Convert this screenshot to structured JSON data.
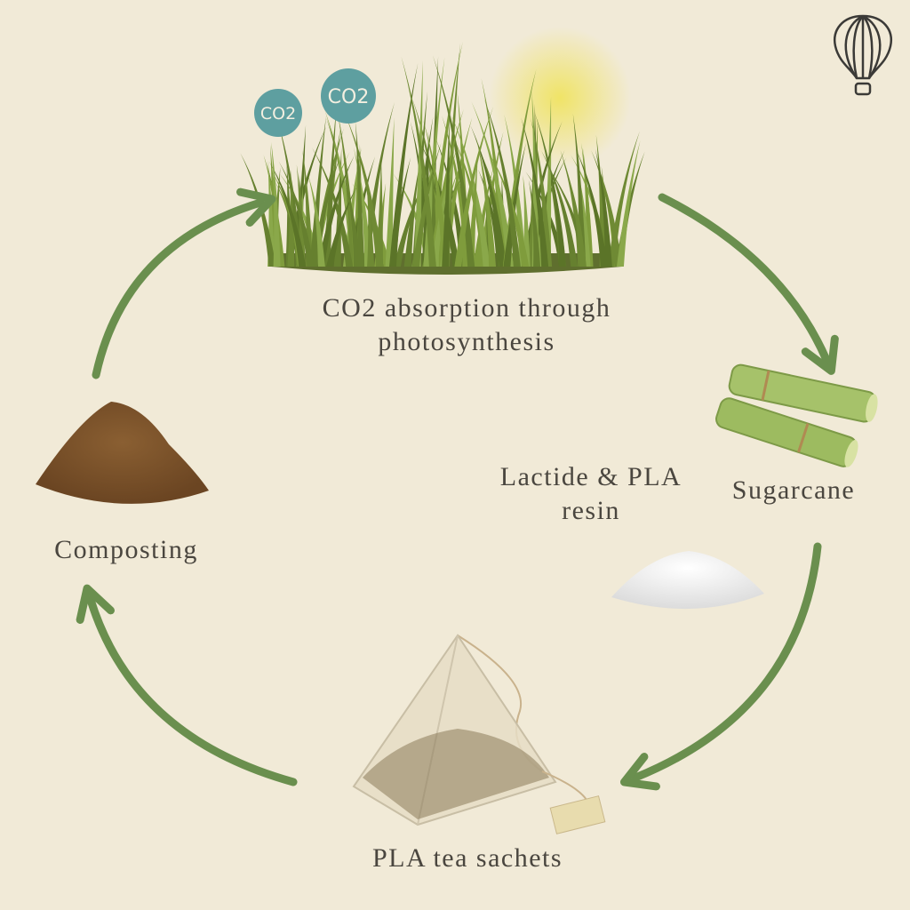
{
  "title": "PLA lifecycle",
  "stages": {
    "photosynthesis": {
      "line1": "CO2 absorption through",
      "line2": "photosynthesis"
    },
    "sugarcane": "Sugarcane",
    "resin": {
      "line1": "Lactide & PLA",
      "line2": "resin"
    },
    "sachets": "PLA tea sachets",
    "composting": "Composting"
  },
  "co2_badges": [
    "CO2",
    "CO2"
  ],
  "icons": {
    "corner": "hot-air-balloon-icon"
  },
  "colors": {
    "background": "#f1ead7",
    "arrow": "#6a8f4e",
    "co2": "#5e9fa0",
    "text": "#4a463f"
  }
}
